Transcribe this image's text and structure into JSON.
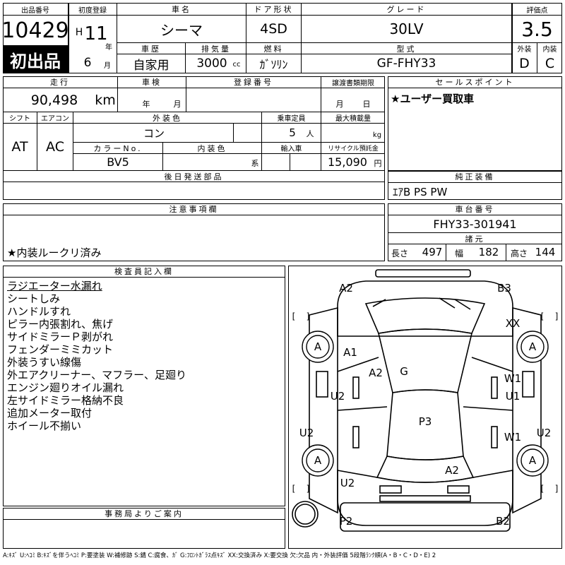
{
  "header": {
    "lot_label": "出品番号",
    "lot_number": "10429",
    "first_listing": "初出品",
    "reg_label": "初度登録",
    "era": "H",
    "reg_year": "11",
    "year_unit": "年",
    "reg_month": "6",
    "month_unit": "月",
    "car_name_label": "車名",
    "car_name": "シーマ",
    "door_label": "ドア形状",
    "door": "4SD",
    "grade_label": "グレード",
    "grade": "30LV",
    "score_label": "評価点",
    "score": "3.5",
    "history_label": "車歴",
    "history": "自家用",
    "displacement_label": "排気量",
    "displacement": "3000",
    "displacement_unit": "cc",
    "fuel_label": "燃料",
    "fuel": "ｶﾞｿﾘﾝ",
    "model_label": "型式",
    "model": "GF-FHY33",
    "exterior_label": "外装",
    "exterior": "D",
    "interior_label": "内装",
    "interior": "C"
  },
  "info": {
    "mileage_label": "走行",
    "mileage": "90,498",
    "mileage_unit": "km",
    "inspection_label": "車検",
    "year_unit": "年",
    "month_unit": "月",
    "day_unit": "日",
    "plate_label": "登録番号",
    "transfer_label": "譲渡書類期限",
    "shift_label": "シフト",
    "shift": "AT",
    "ac_label": "エアコン",
    "ac": "AC",
    "color_label": "外装色",
    "color": "コン",
    "capacity_label": "乗車定員",
    "capacity": "5",
    "capacity_unit": "人",
    "load_label": "最大積載量",
    "load_unit": "kg",
    "color_no_label": "カラーNo.",
    "color_no": "BV5",
    "interior_color_label": "内装色",
    "interior_color_unit": "系",
    "import_label": "輸入車",
    "recycle_label": "リサイクル預託金",
    "recycle": "15,090",
    "recycle_unit": "円",
    "later_parts_label": "後日発送部品"
  },
  "sales_point": {
    "label": "セールスポイント",
    "text": "★ユーザー買取車"
  },
  "equipment": {
    "label": "純正装備",
    "text": "ｴｱB PS PW"
  },
  "notes": {
    "label": "注意事項欄",
    "text": "★内装ルークリ済み"
  },
  "chassis": {
    "label": "車台番号",
    "number": "FHY33-301941",
    "dims_label": "諸元",
    "length_label": "長さ",
    "length": "497",
    "width_label": "幅",
    "width": "182",
    "height_label": "高さ",
    "height": "144"
  },
  "inspector": {
    "label": "検査員記入欄",
    "lines": [
      "ラジエーター水漏れ",
      "シートしみ",
      "ハンドルすれ",
      "ピラー内張割れ、焦げ",
      "サイドミラーＰ剥がれ",
      "フェンダーミミカット",
      "外装うすい線傷",
      "外エアクリーナー、マフラー、足廻り",
      "エンジン廻りオイル漏れ",
      "左サイドミラー格納不良",
      "追加メーター取付",
      "ホイール不揃い"
    ]
  },
  "office": {
    "label": "事務局よりご案内"
  },
  "diagram": {
    "marks": [
      "A2",
      "B3",
      "A1",
      "A2",
      "G",
      "XX",
      "U2",
      "W1",
      "U1",
      "P3",
      "U2",
      "U2",
      "W1",
      "A2",
      "U2",
      "P2",
      "B2"
    ],
    "tires": [
      "A",
      "A",
      "A",
      "A"
    ],
    "brackets": [
      "[",
      "]",
      "[",
      "]",
      "[",
      "]",
      "[",
      "]"
    ]
  },
  "legend": "A:ｷｽﾞ U:ﾍｺﾐ B:ｷｽﾞを伴うﾍｺﾐ P:要塗装 W:補修跡 S:錆 C:腐食、ｶﾞ G:ﾌﾛﾝﾄｶﾞﾗｽ点ｷｽﾞ XX:交換済み X:要交換 欠:欠品 内・外装評価 5段階ﾗﾝｸ順(A・B・C・D・E) 2"
}
